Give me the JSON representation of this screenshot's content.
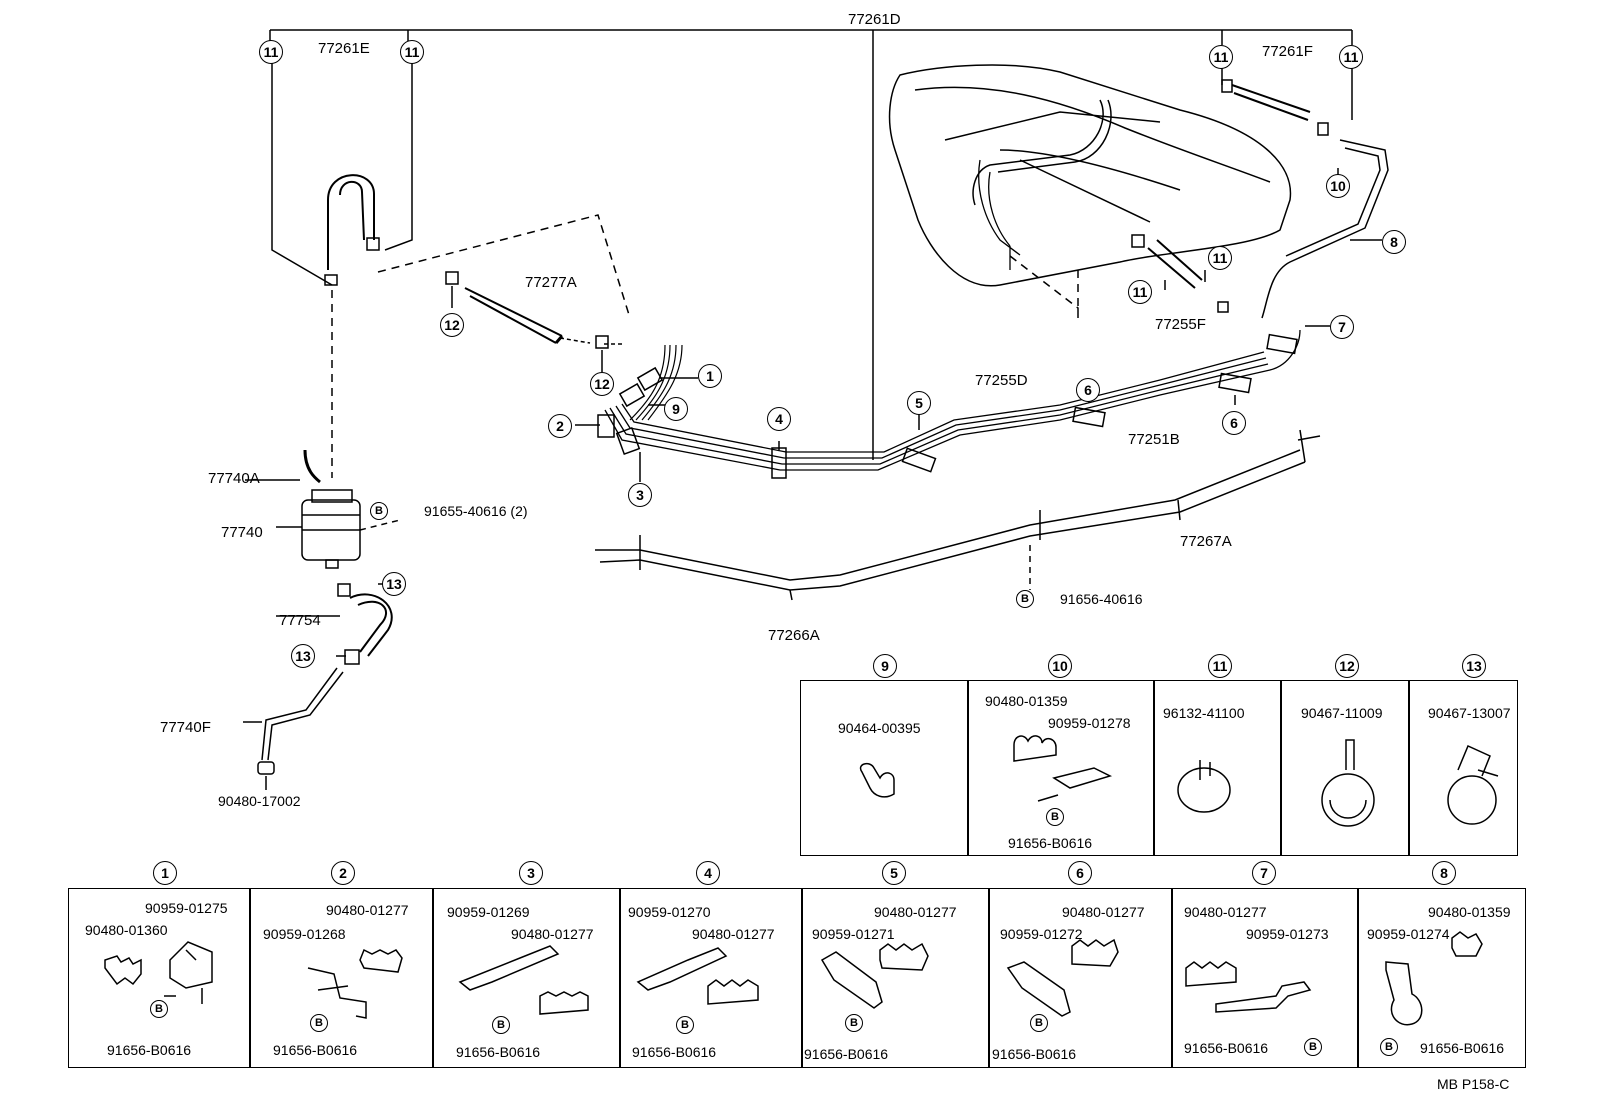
{
  "parts": {
    "p77261D": "77261D",
    "p77261E": "77261E",
    "p77261F": "77261F",
    "p77277A": "77277A",
    "p77255F": "77255F",
    "p77255D": "77255D",
    "p77251B": "77251B",
    "p77267A": "77267A",
    "p77266A": "77266A",
    "p77740A": "77740A",
    "p77740": "77740",
    "p77754": "77754",
    "p77740F": "77740F",
    "p9048017002": "90480-17002",
    "p9165540616": "91655-40616 (2)",
    "p9165640616": "91656-40616"
  },
  "callouts": [
    "1",
    "2",
    "3",
    "4",
    "5",
    "6",
    "7",
    "8",
    "9",
    "10",
    "11",
    "12",
    "13"
  ],
  "bolt_letter": "B",
  "detail_upper": [
    {
      "num": "9",
      "codes": [
        "90464-00395"
      ]
    },
    {
      "num": "10",
      "codes": [
        "90480-01359",
        "90959-01278",
        "91656-B0616"
      ]
    },
    {
      "num": "11",
      "codes": [
        "96132-41100"
      ]
    },
    {
      "num": "12",
      "codes": [
        "90467-11009"
      ]
    },
    {
      "num": "13",
      "codes": [
        "90467-13007"
      ]
    }
  ],
  "detail_lower": [
    {
      "num": "1",
      "codes": [
        "90959-01275",
        "90480-01360",
        "91656-B0616"
      ]
    },
    {
      "num": "2",
      "codes": [
        "90480-01277",
        "90959-01268",
        "91656-B0616"
      ]
    },
    {
      "num": "3",
      "codes": [
        "90959-01269",
        "90480-01277",
        "91656-B0616"
      ]
    },
    {
      "num": "4",
      "codes": [
        "90959-01270",
        "90480-01277",
        "91656-B0616"
      ]
    },
    {
      "num": "5",
      "codes": [
        "90480-01277",
        "90959-01271",
        "91656-B0616"
      ]
    },
    {
      "num": "6",
      "codes": [
        "90480-01277",
        "90959-01272",
        "91656-B0616"
      ]
    },
    {
      "num": "7",
      "codes": [
        "90480-01277",
        "90959-01273",
        "91656-B0616"
      ]
    },
    {
      "num": "8",
      "codes": [
        "90480-01359",
        "90959-01274",
        "91656-B0616"
      ]
    }
  ],
  "footer_code": "MB P158-C"
}
